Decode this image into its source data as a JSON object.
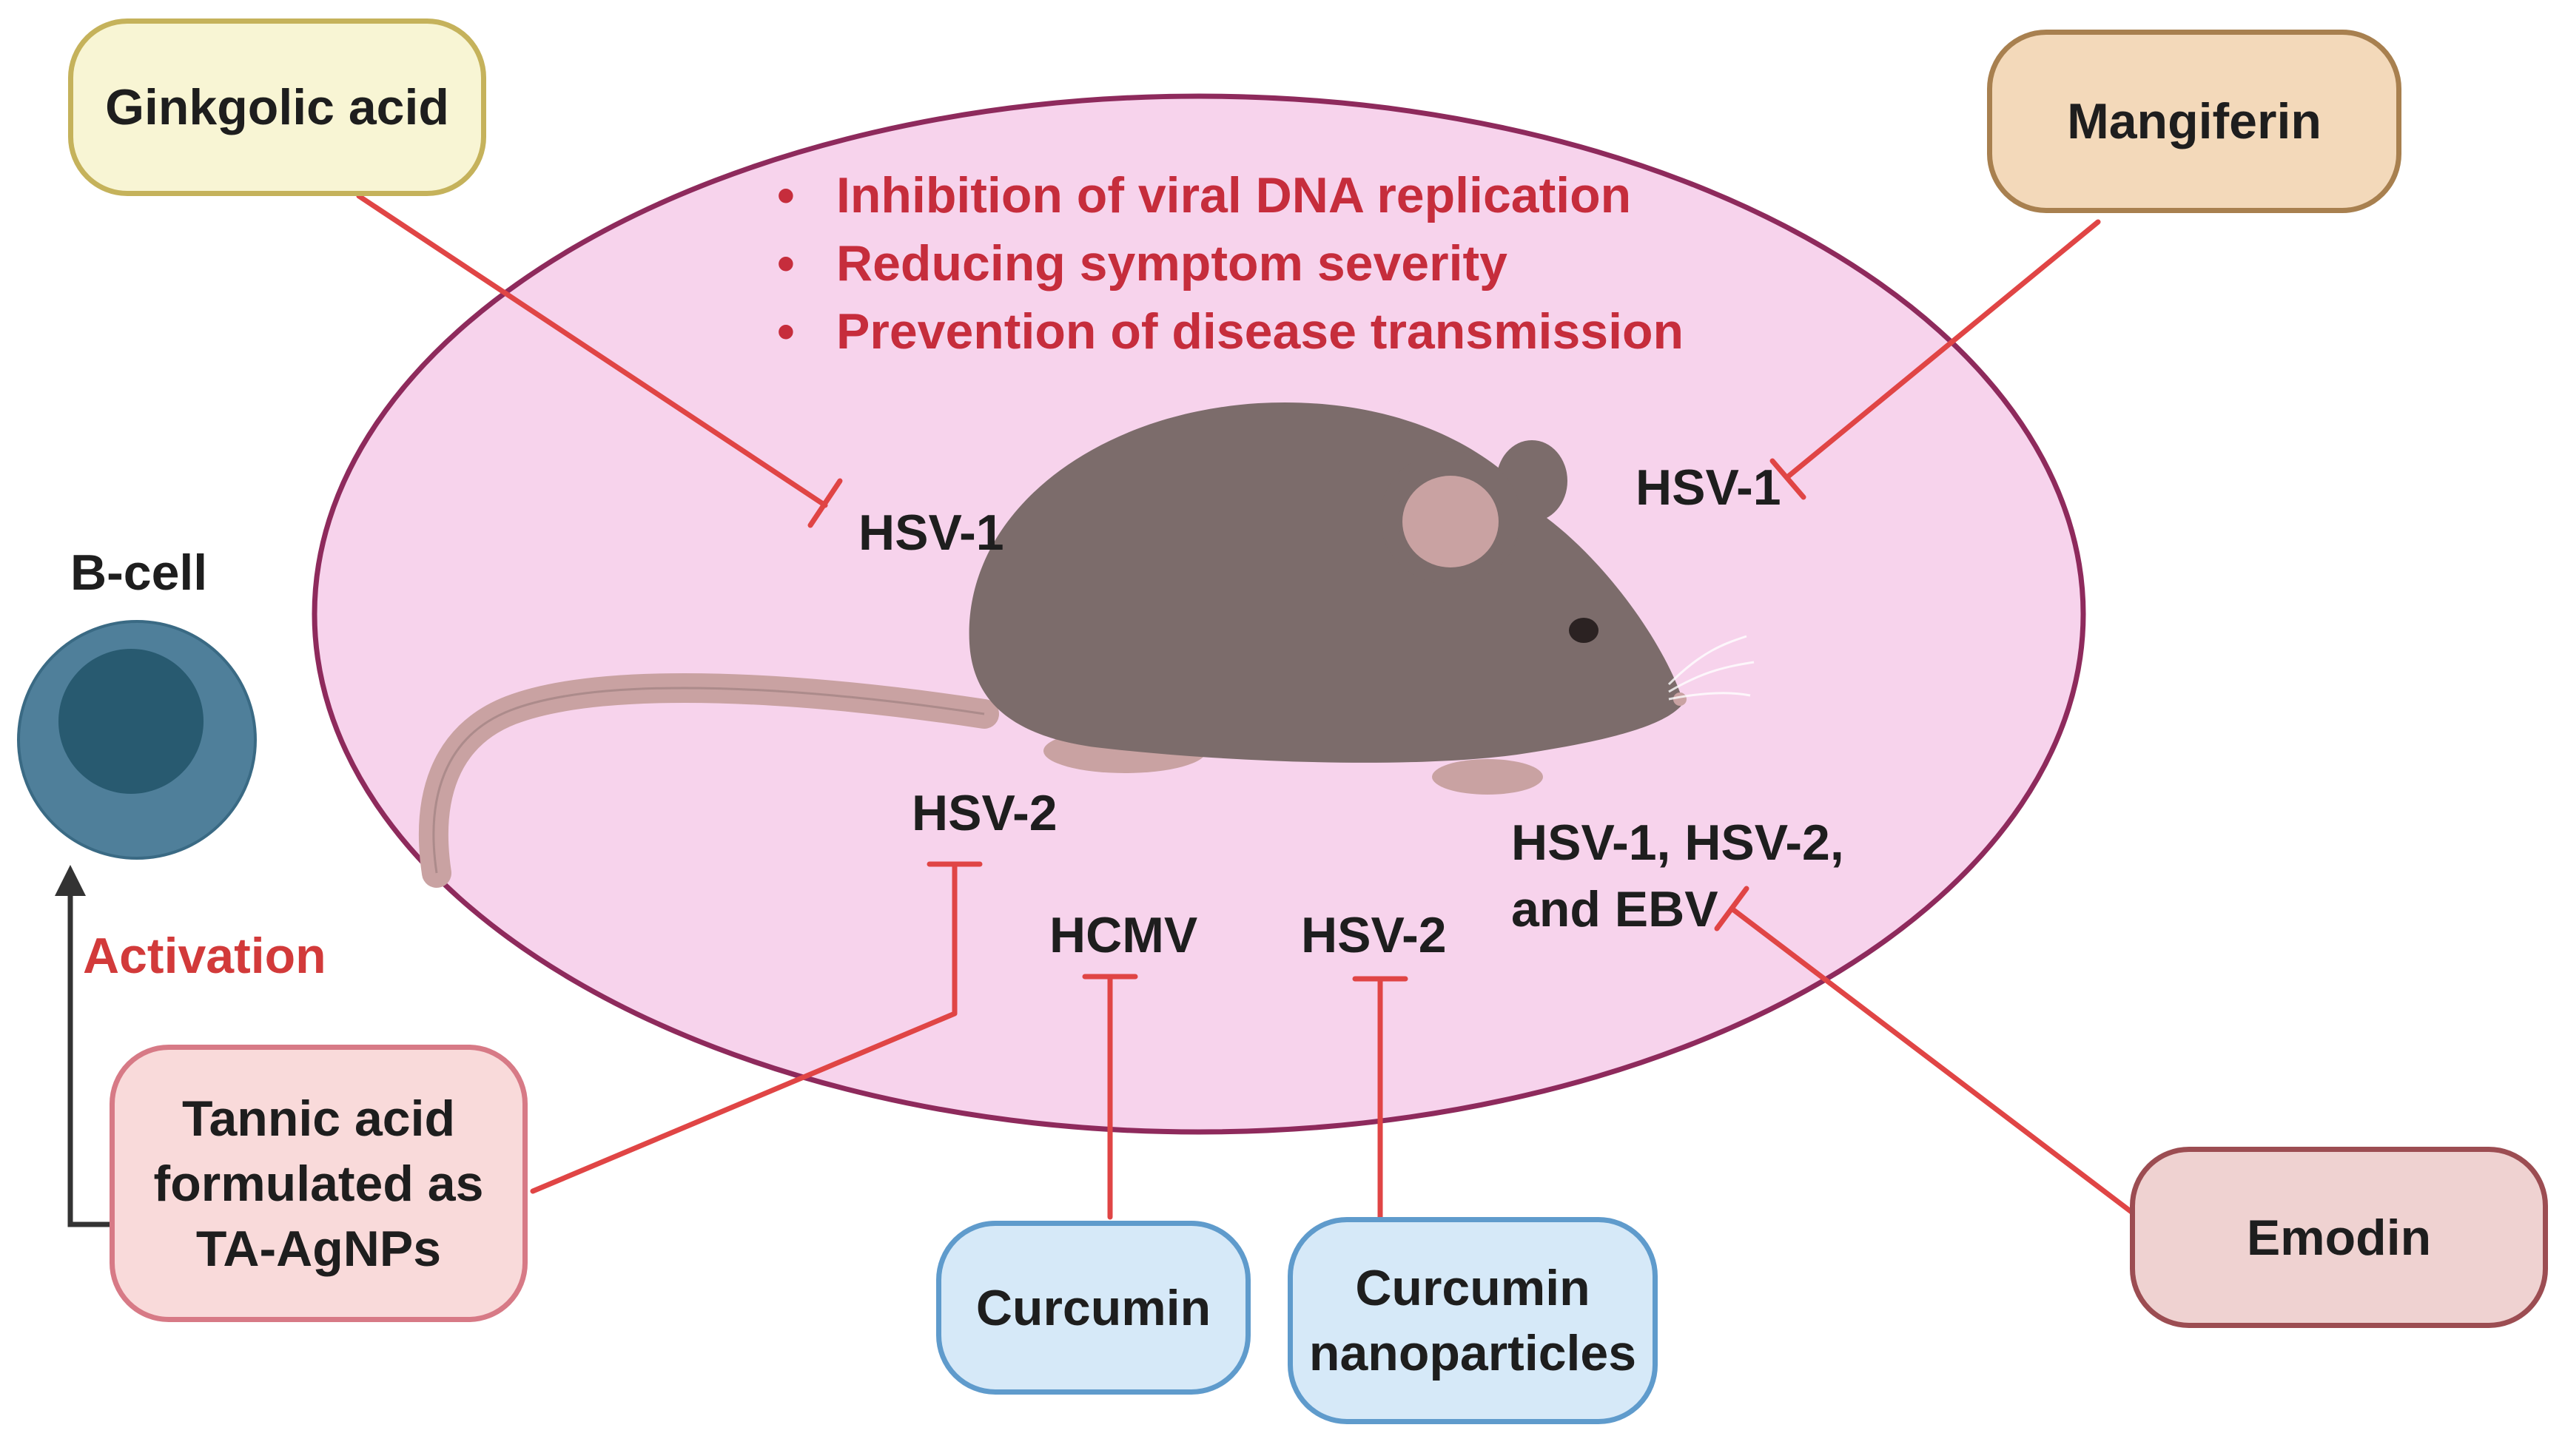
{
  "colors": {
    "ellipse_fill": "#f7d3ec",
    "ellipse_stroke": "#8e2a5c",
    "inhibit_line": "#e04545",
    "effect_text": "#c62d3c",
    "mouse_body": "#7c6c6b",
    "mouse_pink": "#c9a2a2",
    "bcell_outer": "#4f7f9a",
    "bcell_inner": "#285a70"
  },
  "effects": [
    "Inhibition of viral DNA replication",
    "Reducing symptom severity",
    "Prevention of disease transmission"
  ],
  "compounds": {
    "ginkgolic": {
      "label": "Ginkgolic acid",
      "fill": "#f8f5d4",
      "border": "#c5b25b"
    },
    "mangiferin": {
      "label": "Mangiferin",
      "fill": "#f3d9ba",
      "border": "#a8804f"
    },
    "tannic": {
      "line1": "Tannic acid",
      "line2": "formulated as",
      "line3": "TA-AgNPs",
      "fill": "#f9dada",
      "border": "#d77a86"
    },
    "curcumin": {
      "label": "Curcumin",
      "fill": "#d6e9f8",
      "border": "#5f9bcc"
    },
    "curcumin_np": {
      "line1": "Curcumin",
      "line2": "nanoparticles",
      "fill": "#d6e9f8",
      "border": "#5f9bcc"
    },
    "emodin": {
      "label": "Emodin",
      "fill": "#efd2d1",
      "border": "#9c4d52"
    }
  },
  "targets": {
    "ginkgolic": "HSV-1",
    "mangiferin": "HSV-1",
    "tannic": "HSV-2",
    "curcumin": "HCMV",
    "curcumin_np": "HSV-2",
    "emodin_line1": "HSV-1, HSV-2,",
    "emodin_line2": "and EBV"
  },
  "bcell": {
    "label": "B-cell",
    "activation": "Activation",
    "activation_color": "#d23a3a"
  }
}
